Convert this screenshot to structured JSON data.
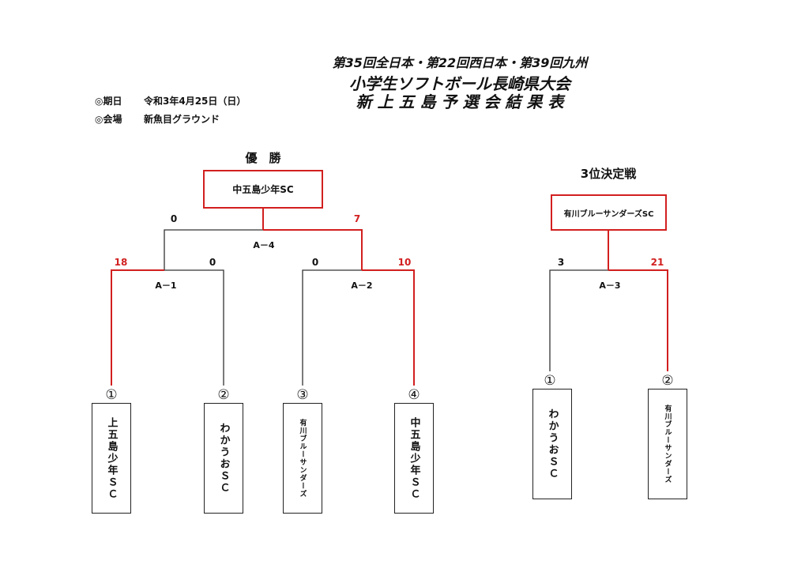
{
  "title": {
    "line1": "第35回全日本・第22回西日本・第39回九州",
    "line2": "小学生ソフトボール長崎県大会",
    "line3": "新 上 五 島 予 選 会 結 果 表"
  },
  "info": {
    "date_label": "◎期日",
    "date_value": "令和3年4月25日（日）",
    "venue_label": "◎会場",
    "venue_value": "新魚目グラウンド"
  },
  "championship": {
    "header": "優　勝",
    "winner": "中五島少年SC",
    "final": {
      "match": "A－4",
      "left_score": "0",
      "right_score": "7"
    },
    "semi1": {
      "match": "A－1",
      "left_score": "18",
      "right_score": "0"
    },
    "semi2": {
      "match": "A－2",
      "left_score": "0",
      "right_score": "10"
    },
    "teams": [
      {
        "num": "①",
        "name": "上五島少年ＳＣ"
      },
      {
        "num": "②",
        "name": "わかうおＳＣ"
      },
      {
        "num": "③",
        "name": "有川ブルーサンダーズ"
      },
      {
        "num": "④",
        "name": "中五島少年ＳＣ"
      }
    ]
  },
  "third_place": {
    "header": "3位決定戦",
    "winner": "有川ブルーサンダーズSC",
    "match": {
      "match": "A－3",
      "left_score": "3",
      "right_score": "21"
    },
    "teams": [
      {
        "num": "①",
        "name": "わかうおＳＣ"
      },
      {
        "num": "②",
        "name": "有川ブルーサンダーズ"
      }
    ]
  },
  "colors": {
    "win_line": "#d21f1f",
    "lose_line": "#333333",
    "win_score": "#d21f1f"
  }
}
